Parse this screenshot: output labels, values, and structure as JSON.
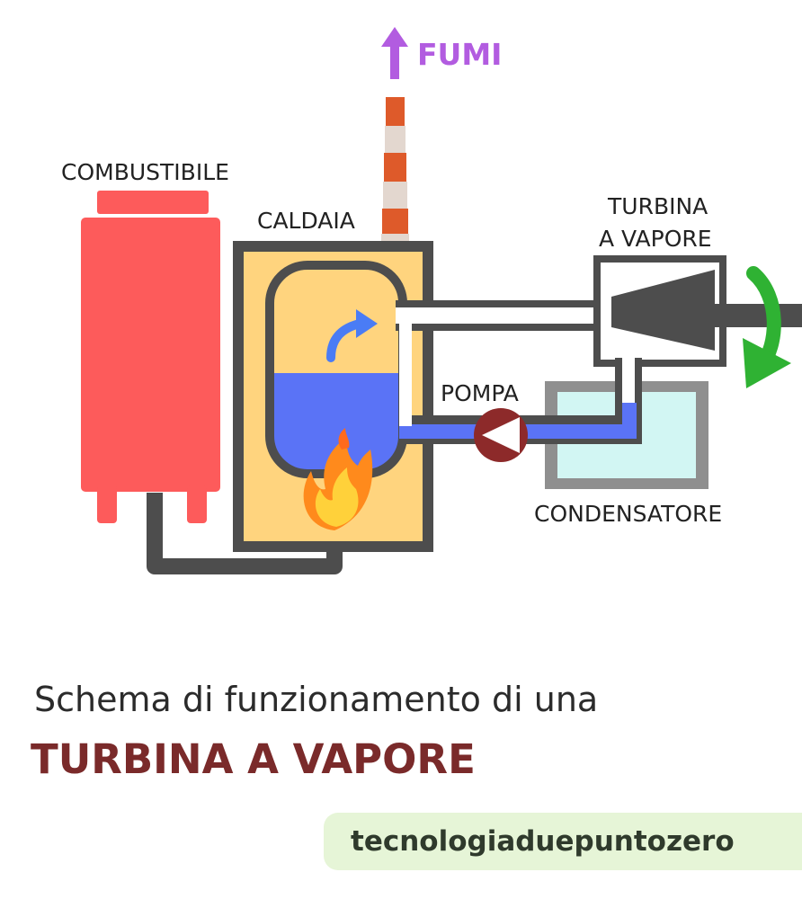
{
  "labels": {
    "fumi": "FUMI",
    "combustibile": "COMBUSTIBILE",
    "caldaia": "CALDAIA",
    "turbina_line1": "TURBINA",
    "turbina_line2": "A  VAPORE",
    "pompa": "POMPA",
    "condensatore": "CONDENSATORE"
  },
  "caption": {
    "subtitle": "Schema di funzionamento di una",
    "title": "TURBINA A VAPORE"
  },
  "brand": {
    "name": "tecnologiaduepuntozero"
  },
  "colors": {
    "fuel_tank": "#fd5b5b",
    "boiler_body": "#ffd47e",
    "frame": "#4d4d4d",
    "water": "#5a73f6",
    "steam_arrow": "#4a7cf5",
    "fumi": "#b25ce0",
    "chimney_red": "#de5a2a",
    "chimney_light": "#e3d7cf",
    "pump": "#8d2a2a",
    "condenser": "#d2f6f3",
    "rotation_arrow": "#2fb233",
    "title": "#7a2a2a",
    "badge_bg": "#e6f5d7"
  }
}
